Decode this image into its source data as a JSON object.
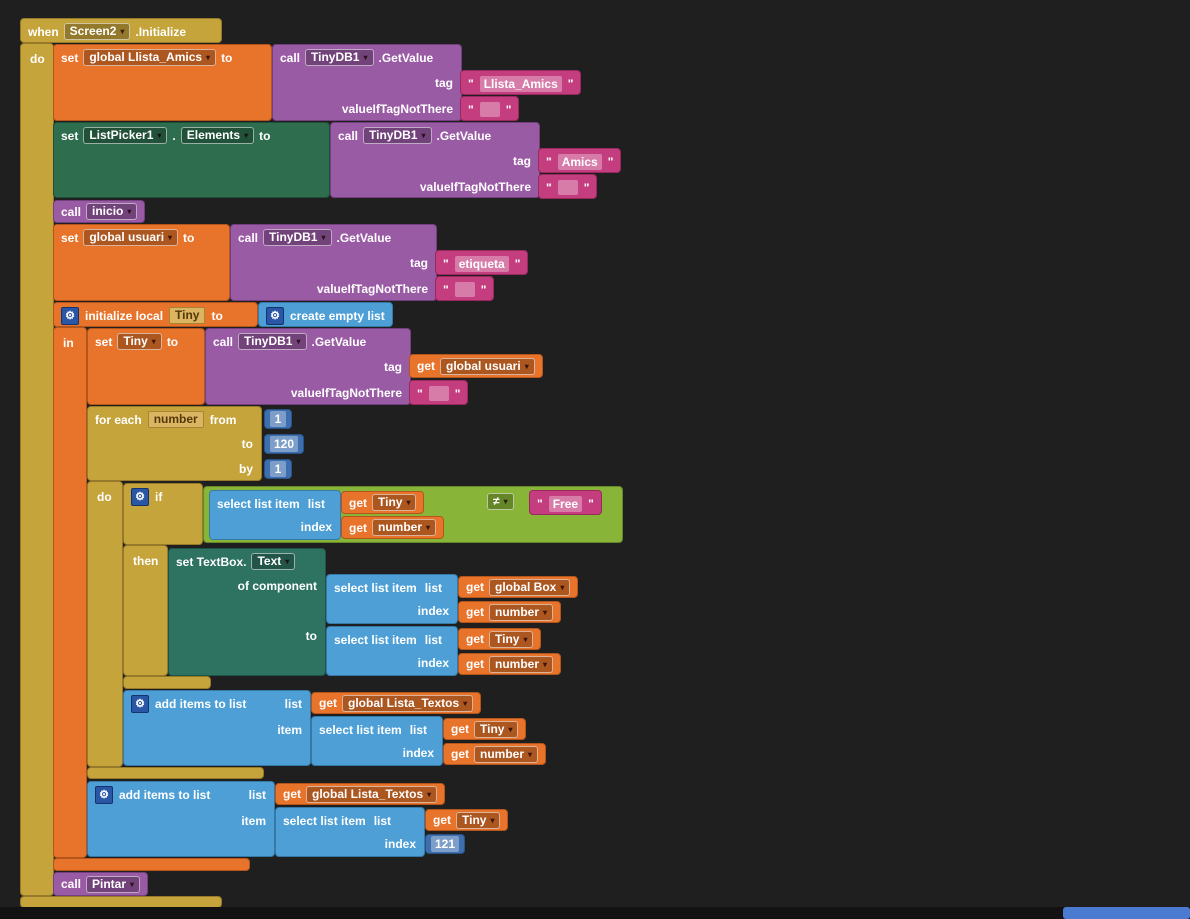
{
  "icons": {
    "dropdown": "▾",
    "mutator": "⚙",
    "quote": "\""
  },
  "kw": {
    "set": "set",
    "to": "to",
    "call": "call",
    "get": "get",
    "tag": "tag",
    "vitnt": "valueIfTagNotThere",
    "list": "list",
    "item": "item",
    "index": "index",
    "in": "in",
    "do": "do",
    "then": "then",
    "if": "if",
    "from": "from",
    "by": "by",
    "dot": ".",
    "sli": "select list item",
    "ail": "add items to list",
    "ofc": "of component"
  },
  "event": {
    "when": "when",
    "component": "Screen2",
    "event": ".Initialize"
  },
  "tinydb": {
    "component": "TinyDB1",
    "method": ".GetValue"
  },
  "set_llista": {
    "var": "global Llista_Amics",
    "tag_value": "Llista_Amics",
    "default_value": " "
  },
  "set_elements": {
    "component": "ListPicker1",
    "prop": "Elements",
    "tag_value": "Amics",
    "default_value": " "
  },
  "call_inicio": {
    "proc": "inicio"
  },
  "set_usuari": {
    "var": "global usuari",
    "tag_value": "etiqueta",
    "default_value": " "
  },
  "init_local": {
    "label": "initialize local",
    "name": "Tiny",
    "empty_list": "create empty list"
  },
  "set_tiny": {
    "var": "Tiny",
    "tag_getter": "global usuari",
    "default_value": " "
  },
  "foreach": {
    "label": "for each",
    "var": "number",
    "from_val": "1",
    "to_val": "120",
    "by_val": "1"
  },
  "if_block": {
    "op": "≠",
    "right": "Free",
    "list_getter": "Tiny",
    "index_getter": "number"
  },
  "set_textbox": {
    "label": "set TextBox.",
    "prop": "Text",
    "comp_list": "global Box",
    "comp_index": "number",
    "val_list": "Tiny",
    "val_index": "number"
  },
  "add1": {
    "list": "global Lista_Textos",
    "item_list": "Tiny",
    "item_index": "number"
  },
  "add2": {
    "list": "global Lista_Textos",
    "item_list": "Tiny",
    "index_value": "121"
  },
  "call_pintar": {
    "proc": "Pintar"
  }
}
